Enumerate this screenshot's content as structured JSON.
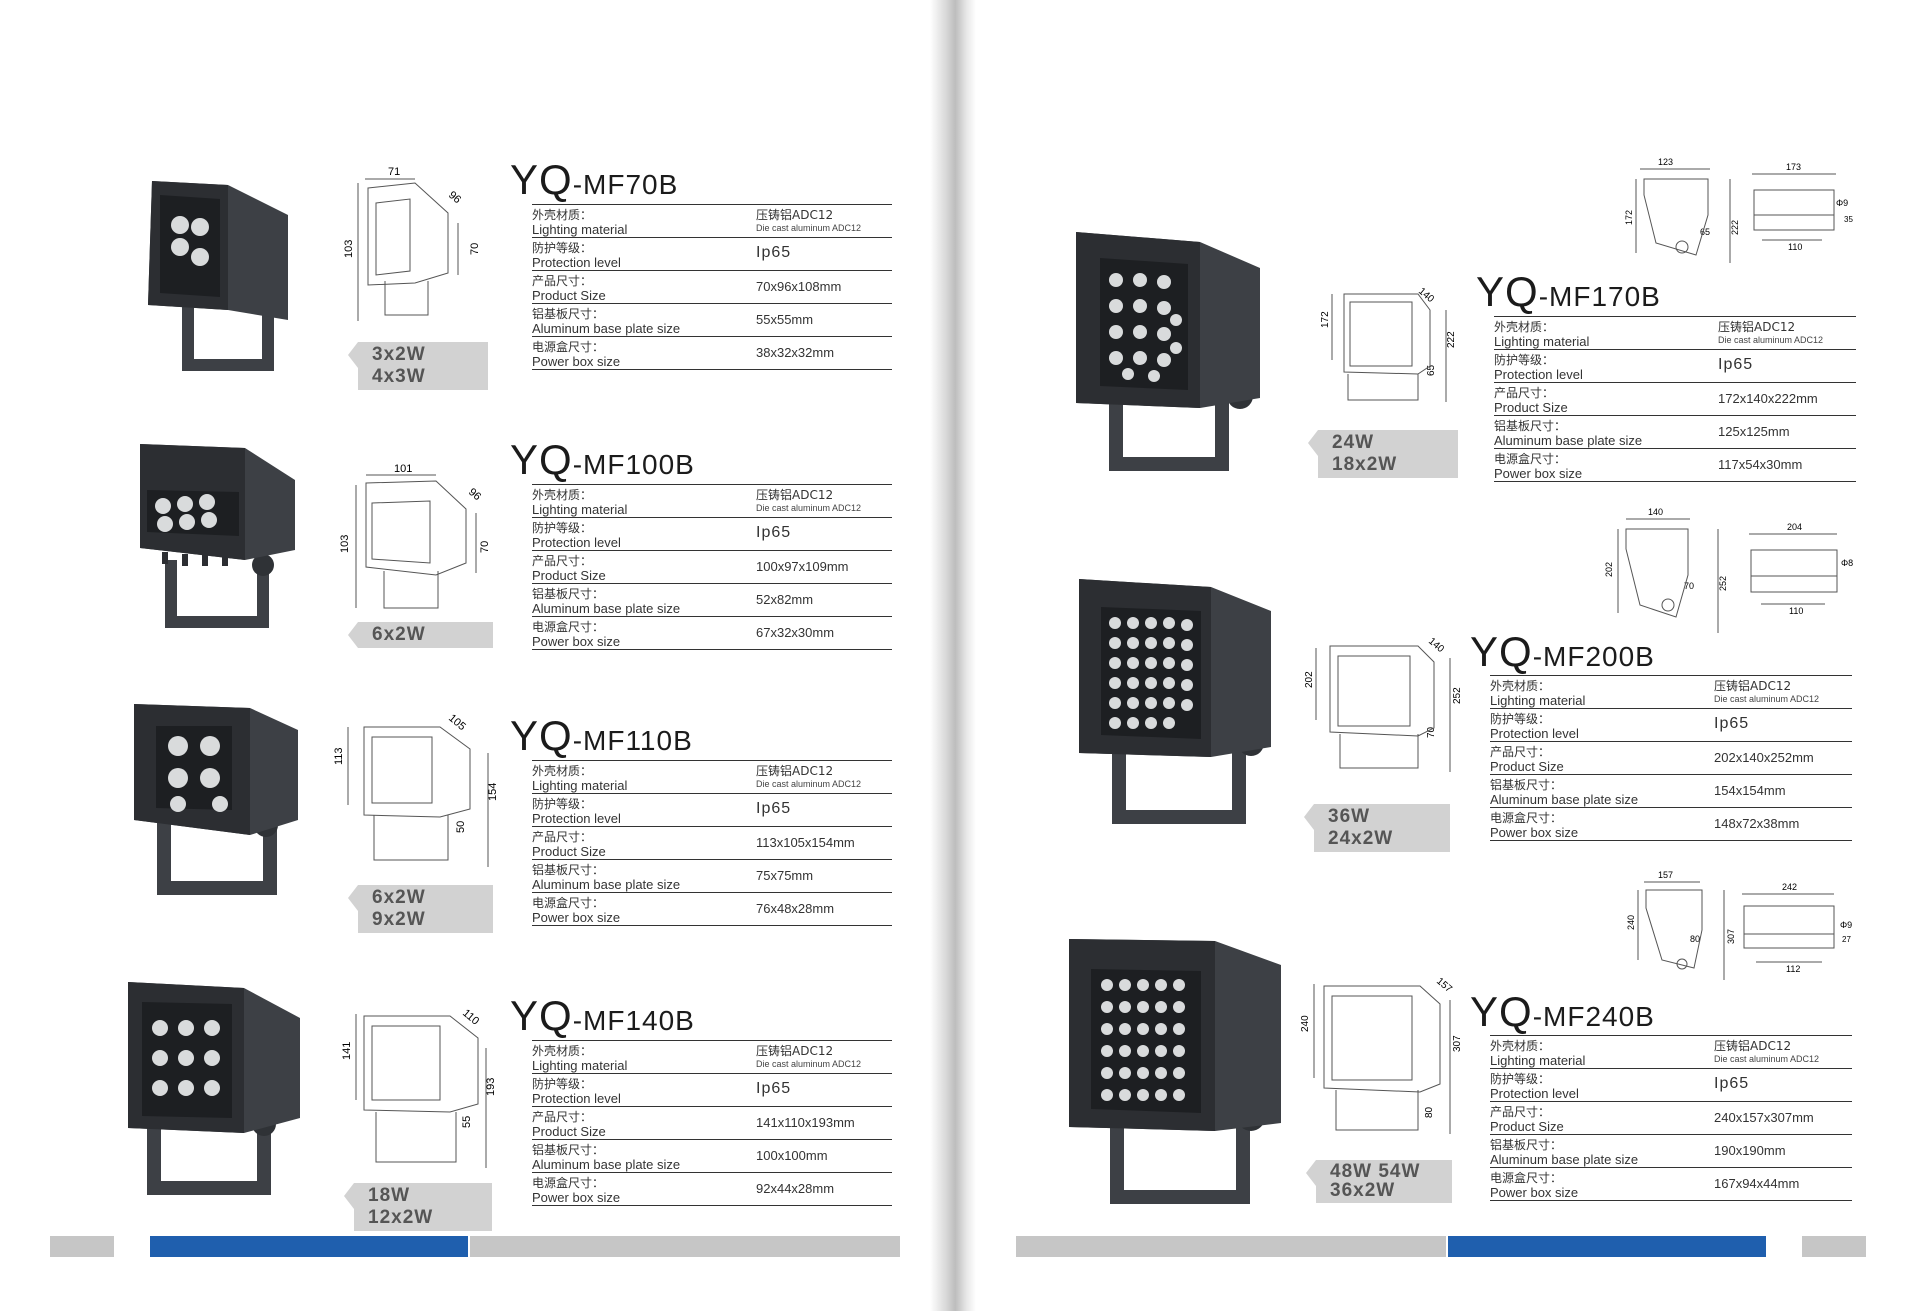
{
  "labels": {
    "shell_material_cn": "外壳材质：",
    "shell_material_en": "Lighting material",
    "protection_cn": "防护等级：",
    "protection_en": "Protection level",
    "size_cn": "产品尺寸：",
    "size_en": "Product Size",
    "plate_cn": "铝基板尺寸：",
    "plate_en": "Aluminum base plate size",
    "power_cn": "电源盒尺寸：",
    "power_en": "Power box size"
  },
  "colors": {
    "blue_bar": "#1f5fae",
    "gray_bar": "#c6c6c6",
    "badge": "#d2d2d2",
    "housing": "#3d4045"
  },
  "products": [
    {
      "prefix": "YQ",
      "model": "-MF70B",
      "material": "压铸铝ADC12",
      "material_en": "Die cast aluminum ADC12",
      "ip": "Ip65",
      "size": "70x96x108mm",
      "plate": "55x55mm",
      "power": "38x32x32mm",
      "badge": "3x2W 4x3W",
      "dims": {
        "w": "71",
        "d": "96",
        "h": "103",
        "h2": "70"
      }
    },
    {
      "prefix": "YQ",
      "model": "-MF100B",
      "material": "压铸铝ADC12",
      "material_en": "Die cast aluminum ADC12",
      "ip": "Ip65",
      "size": "100x97x109mm",
      "plate": "52x82mm",
      "power": "67x32x30mm",
      "badge": "6x2W",
      "dims": {
        "w": "101",
        "d": "96",
        "h": "103",
        "h2": "70"
      }
    },
    {
      "prefix": "YQ",
      "model": "-MF110B",
      "material": "压铸铝ADC12",
      "material_en": "Die cast aluminum ADC12",
      "ip": "Ip65",
      "size": "113x105x154mm",
      "plate": "75x75mm",
      "power": "76x48x28mm",
      "badge": "6x2W 9x2W",
      "dims": {
        "w": "105",
        "h": "113",
        "h2": "154",
        "h3": "50"
      }
    },
    {
      "prefix": "YQ",
      "model": "-MF140B",
      "material": "压铸铝ADC12",
      "material_en": "Die cast aluminum ADC12",
      "ip": "Ip65",
      "size": "141x110x193mm",
      "plate": "100x100mm",
      "power": "92x44x28mm",
      "badge": "18W  12x2W",
      "dims": {
        "w": "110",
        "h": "141",
        "h2": "193",
        "h3": "55"
      }
    },
    {
      "prefix": "YQ",
      "model": "-MF170B",
      "material": "压铸铝ADC12",
      "material_en": "Die cast aluminum ADC12",
      "ip": "Ip65",
      "size": "172x140x222mm",
      "plate": "125x125mm",
      "power": "117x54x30mm",
      "badge": "24W  18x2W",
      "dims": {
        "w": "140",
        "h": "172",
        "h2": "222",
        "h3": "65"
      },
      "box": {
        "side_w": "123",
        "side_h": "172",
        "side_h2": "222",
        "side_x": "65",
        "top_w": "173",
        "top_d": "110",
        "phi": "Φ9",
        "h4": "35"
      }
    },
    {
      "prefix": "YQ",
      "model": "-MF200B",
      "material": "压铸铝ADC12",
      "material_en": "Die cast aluminum ADC12",
      "ip": "Ip65",
      "size": "202x140x252mm",
      "plate": "154x154mm",
      "power": "148x72x38mm",
      "badge": "36W 24x2W",
      "dims": {
        "w": "140",
        "h": "202",
        "h2": "252",
        "h3": "70"
      },
      "box": {
        "side_w": "140",
        "side_h": "202",
        "side_h2": "252",
        "side_x": "70",
        "top_w": "204",
        "top_d": "110",
        "phi": "Φ8"
      }
    },
    {
      "prefix": "YQ",
      "model": "-MF240B",
      "material": "压铸铝ADC12",
      "material_en": "Die cast aluminum ADC12",
      "ip": "Ip65",
      "size": "240x157x307mm",
      "plate": "190x190mm",
      "power": "167x94x44mm",
      "badge_line1": "48W 54W",
      "badge_line2": "36x2W",
      "dims": {
        "w": "157",
        "h": "240",
        "h2": "307",
        "h3": "80"
      },
      "box": {
        "side_w": "157",
        "side_h": "240",
        "side_h2": "307",
        "side_x": "80",
        "top_w": "242",
        "top_d": "112",
        "phi": "Φ9",
        "h4": "27"
      }
    }
  ]
}
